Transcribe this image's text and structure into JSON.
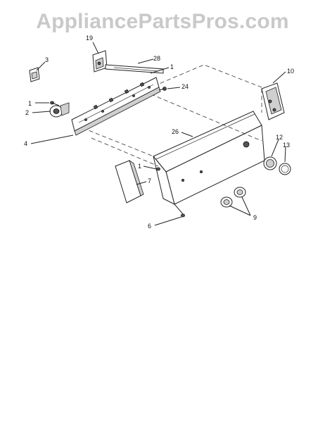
{
  "watermark": "AppliancePartsPros.com",
  "callouts": {
    "c19": "19",
    "c28a": "28",
    "c1a": "1",
    "c3": "3",
    "c24": "24",
    "c10": "10",
    "c1b": "1",
    "c2": "2",
    "c26": "26",
    "c4": "4",
    "c12": "12",
    "c13": "13",
    "c1c": "1",
    "c7": "7",
    "c9": "9",
    "c6": "6"
  }
}
